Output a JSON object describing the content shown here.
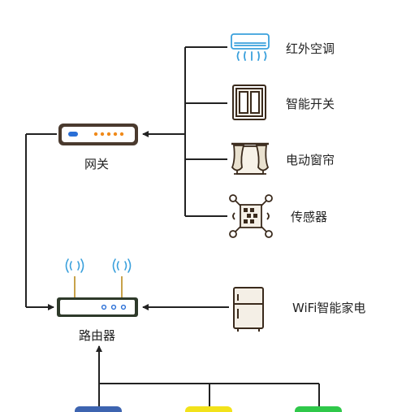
{
  "nodes": {
    "gateway": {
      "label": "网关",
      "icon": "gateway-icon"
    },
    "router": {
      "label": "路由器",
      "icon": "wifi-router-icon"
    },
    "devices": [
      {
        "label": "红外空调",
        "icon": "air-conditioner-icon"
      },
      {
        "label": "智能开关",
        "icon": "wall-switch-icon"
      },
      {
        "label": "电动窗帘",
        "icon": "curtain-icon"
      },
      {
        "label": "传感器",
        "icon": "sensor-icon"
      },
      {
        "label": "WiFi智能家电",
        "icon": "refrigerator-icon"
      }
    ],
    "bottom_devices": [
      {
        "icon": "blue-device-icon",
        "color": "#3d64b0"
      },
      {
        "icon": "yellow-device-icon",
        "color": "#f2e21a"
      },
      {
        "icon": "green-device-icon",
        "color": "#2fc84a"
      }
    ]
  },
  "colors": {
    "line": "#222222",
    "device_stroke": "#3a2a1c",
    "ac_blue": "#3aa0dc",
    "gateway_body": "#4a3a2e",
    "gateway_led_blue": "#2a6fd6",
    "gateway_led_orange": "#f08a1a",
    "router_body": "#2e3a2a",
    "antenna": "#c8a24a",
    "wifi_wave": "#3aa0dc"
  }
}
